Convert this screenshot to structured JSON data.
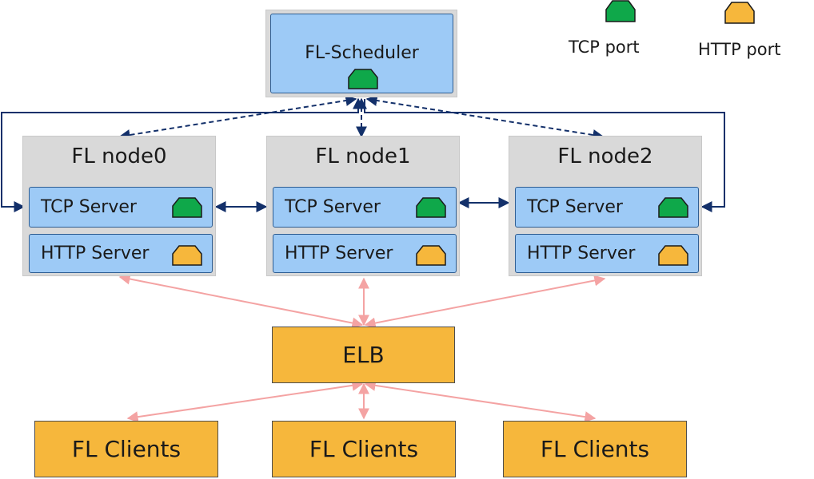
{
  "scheduler": {
    "label": "FL-Scheduler"
  },
  "legend": {
    "tcp": "TCP port",
    "http": "HTTP port"
  },
  "colors": {
    "tcp_port": "#0fa84a",
    "http_port": "#f6b73c",
    "control_link": "#13306a",
    "client_link": "#f4a3a3"
  },
  "nodes": [
    {
      "title": "FL node0",
      "tcp": "TCP Server",
      "http": "HTTP Server"
    },
    {
      "title": "FL node1",
      "tcp": "TCP Server",
      "http": "HTTP Server"
    },
    {
      "title": "FL node2",
      "tcp": "TCP Server",
      "http": "HTTP Server"
    }
  ],
  "elb": {
    "label": "ELB"
  },
  "clients": [
    {
      "label": "FL Clients"
    },
    {
      "label": "FL Clients"
    },
    {
      "label": "FL Clients"
    }
  ]
}
